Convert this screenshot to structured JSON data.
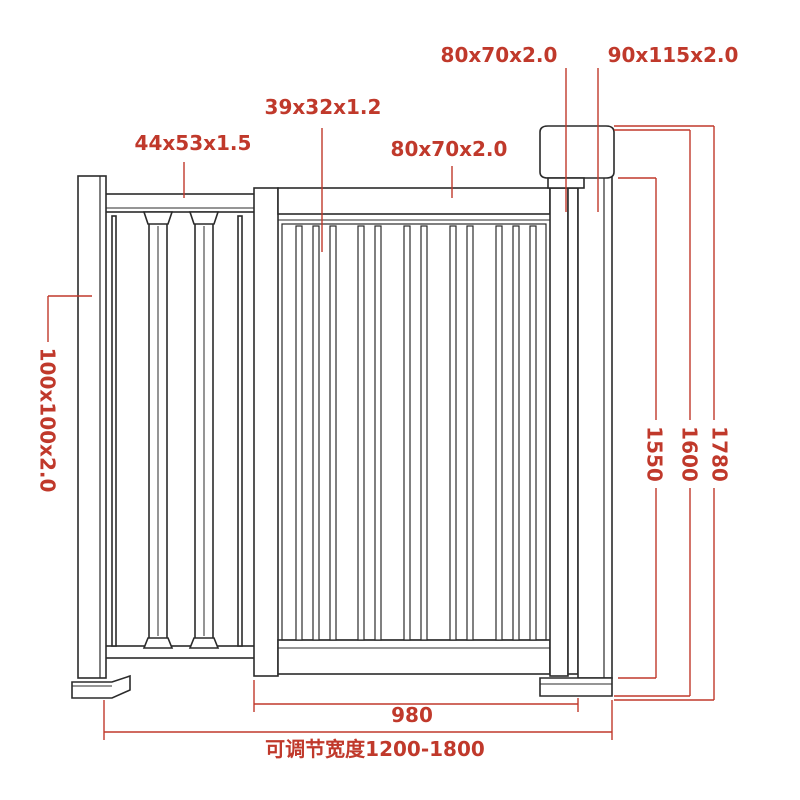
{
  "colors": {
    "dimension": "#c0392b",
    "outline": "#2b2b2b",
    "fill": "#ffffff",
    "shadow": "#9a9a9a"
  },
  "labels": {
    "post_left": "100x100x2.0",
    "picket_ext": "44x53x1.5",
    "picket_gate": "39x32x1.2",
    "rail_gate": "80x70x2.0",
    "stile_top": "80x70x2.0",
    "post_right": "90x115x2.0"
  },
  "dimensions": {
    "h_1550": "1550",
    "h_1600": "1600",
    "h_1780": "1780",
    "w_980": "980",
    "w_range": "可调节宽度1200-1800"
  }
}
